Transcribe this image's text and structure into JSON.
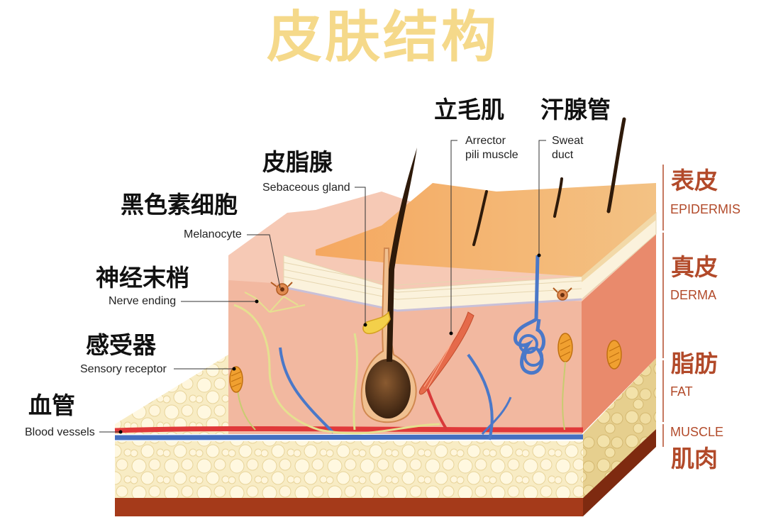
{
  "title": "皮肤结构",
  "labels": {
    "sebaceous": {
      "cn": "皮脂腺",
      "en": "Sebaceous gland"
    },
    "melanocyte": {
      "cn": "黑色素细胞",
      "en": "Melanocyte"
    },
    "nerve": {
      "cn": "神经末梢",
      "en": "Nerve ending"
    },
    "receptor": {
      "cn": "感受器",
      "en": "Sensory receptor"
    },
    "vessels": {
      "cn": "血管",
      "en": "Blood vessels"
    },
    "arrector": {
      "cn": "立毛肌",
      "en_line1": "Arrector",
      "en_line2": "pili muscle"
    },
    "sweat": {
      "cn": "汗腺管",
      "en_line1": "Sweat",
      "en_line2": "duct"
    }
  },
  "layers": {
    "epidermis": {
      "cn": "表皮",
      "en": "EPIDERMIS"
    },
    "derma": {
      "cn": "真皮",
      "en": "DERMA"
    },
    "fat": {
      "cn": "脂肪",
      "en": "FAT"
    },
    "muscle": {
      "cn": "肌肉",
      "en": "MUSCLE"
    }
  },
  "colors": {
    "title": "#f5d98a",
    "layer_label": "#b24a2a",
    "epidermis_top": "#f0b060",
    "derma": "#f3b9a0",
    "fat": "#f7ebc0",
    "muscle": "#9a3418"
  }
}
